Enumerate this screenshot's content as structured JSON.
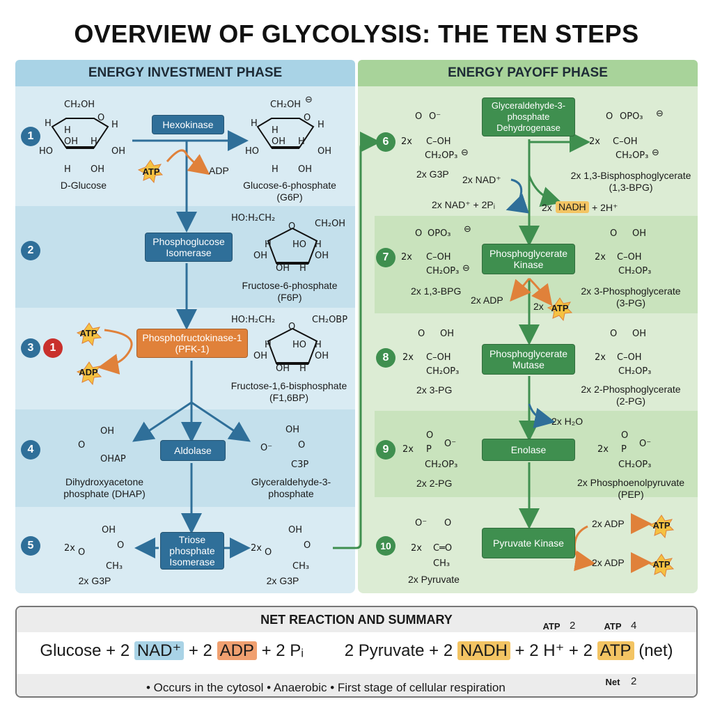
{
  "title": "OVERVIEW OF GLYCOLYSIS: THE TEN STEPS",
  "colors": {
    "investment_bg": "#d9ebf3",
    "investment_band": "#c4e0ec",
    "payoff_bg": "#dcecd4",
    "payoff_band": "#c9e3bd",
    "enzyme_blue": "#2f6f99",
    "enzyme_green": "#3f8f4f",
    "enzyme_orange": "#e0813a",
    "atp_star": "#f5c242",
    "net_star": "#8fd07a"
  },
  "phases": {
    "investment": "ENERGY INVESTMENT PHASE",
    "payoff": "ENERGY PAYOFF PHASE"
  },
  "steps": [
    {
      "num": "1",
      "enzyme": "Hexokinase",
      "substrate": "D-Glucose",
      "product": "Glucose-6-phosphate",
      "product_abbr": "(G6P)",
      "atp_in": "ATP",
      "adp_out": "ADP"
    },
    {
      "num": "2",
      "enzyme": "Phosphoglucose Isomerase",
      "product": "Fructose-6-phosphate",
      "product_abbr": "(F6P)"
    },
    {
      "num": "3",
      "num_badge": "1",
      "enzyme": "Phosphofructokinase-1 (PFK-1)",
      "product": "Fructose-1,6-bisphosphate",
      "product_abbr": "(F1,6BP)",
      "atp_in": "ATP",
      "adp_out": "ADP"
    },
    {
      "num": "4",
      "enzyme": "Aldolase",
      "product_left": "Dihydroxyacetone phosphate (DHAP)",
      "product_right": "Glyceraldehyde-3-phosphate",
      "dhap_tag": "OHAP",
      "g3p_tag": "C3P"
    },
    {
      "num": "5",
      "enzyme": "Triose phosphate Isomerase",
      "left": "2x G3P",
      "right": "2x G3P",
      "coef": "2x"
    },
    {
      "num": "6",
      "enzyme": "Glyceraldehyde-3-phosphate Dehydrogenase",
      "substrate": "2x G3P",
      "product": "2x 1,3-Bisphosphoglycerate",
      "product_abbr": "(1,3-BPG)",
      "nad_in": "2x NAD⁺",
      "nad_pi": "2x NAD⁺ + 2Pᵢ",
      "nadh_coef": "2x",
      "nadh": "NADH",
      "nadh_rest": "+ 2H⁺"
    },
    {
      "num": "7",
      "enzyme": "Phosphoglycerate Kinase",
      "substrate": "2x 1,3-BPG",
      "product": "2x 3-Phosphoglycerate",
      "product_abbr": "(3-PG)",
      "adp_in": "2x ADP",
      "atp_coef": "2x",
      "atp_out": "ATP"
    },
    {
      "num": "8",
      "enzyme": "Phosphoglycerate Mutase",
      "substrate": "2x 3-PG",
      "product": "2x 2-Phosphoglycerate",
      "product_abbr": "(2-PG)"
    },
    {
      "num": "9",
      "enzyme": "Enolase",
      "substrate": "2x 2-PG",
      "product": "2x Phosphoenolpyruvate",
      "product_abbr": "(PEP)",
      "water": "2x H₂O"
    },
    {
      "num": "10",
      "enzyme": "Pyruvate Kinase",
      "substrate": "2x Pyruvate",
      "adp_in": "2x ADP",
      "atp_out": "ATP"
    }
  ],
  "structures": {
    "ch2oh": "CH₂OH",
    "ch2oh_minus": "CH₂OH",
    "h": "H",
    "oh": "OH",
    "ho": "HO",
    "o": "O",
    "ho_h2c": "HO:H₂CH₂",
    "ch2obp": "CH₂OBP",
    "coo_minus": "O⁻",
    "opo3": "OPO₃",
    "ch2op3": "CH₂OP₃",
    "coh": "C–OH",
    "coef_2x": "2x",
    "c_dash": "C",
    "ch3": "CH₃",
    "ceqo": "C═O",
    "p": "P",
    "o_dash": "O⁻",
    "minus": "⊖"
  },
  "summary": {
    "heading": "NET REACTION AND SUMMARY",
    "eq_glucose": "Glucose + 2",
    "eq_nad": "NAD⁺",
    "eq_plus2a": "+ 2",
    "eq_adp": "ADP",
    "eq_plus2pi": "+ 2 Pᵢ",
    "eq_pyr": "2 Pyruvate + 2",
    "eq_nadh": "NADH",
    "eq_h": "+ 2 H⁺ + 2",
    "eq_atp": "ATP",
    "eq_net": "(net)",
    "notes": "• Occurs in the cytosol  •  Anaerobic  •  First stage of cellular respiration",
    "atp_label": "ATP",
    "atp_used": "2",
    "atp_made": "4",
    "net_label": "Net",
    "net_val": "2"
  }
}
